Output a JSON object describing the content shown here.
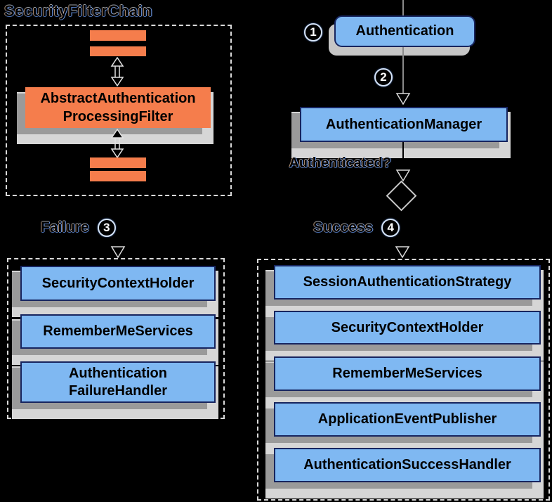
{
  "filter_chain": {
    "title": "SecurityFilterChain",
    "processing_filter": "AbstractAuthentication\nProcessingFilter"
  },
  "flow": {
    "step_1_num": "1",
    "authentication_label": "Authentication",
    "step_2_num": "2",
    "manager_label": "AuthenticationManager",
    "question_label": "Authenticated?",
    "failure_label": "Failure",
    "step_3_num": "3",
    "success_label": "Success",
    "step_4_num": "4"
  },
  "failure_handlers": [
    "SecurityContextHolder",
    "RememberMeServices",
    "Authentication\nFailureHandler"
  ],
  "success_handlers": [
    "SessionAuthenticationStrategy",
    "SecurityContextHolder",
    "RememberMeServices",
    "ApplicationEventPublisher",
    "AuthenticationSuccessHandler"
  ],
  "colors": {
    "accent_orange": "#f57d4c",
    "box_blue": "#7fb8f2",
    "box_border_navy": "#17255f",
    "shadow_dark": "#9a9a9a",
    "shadow_light": "#d6d6d6",
    "dash_border": "#d9d9d9"
  }
}
